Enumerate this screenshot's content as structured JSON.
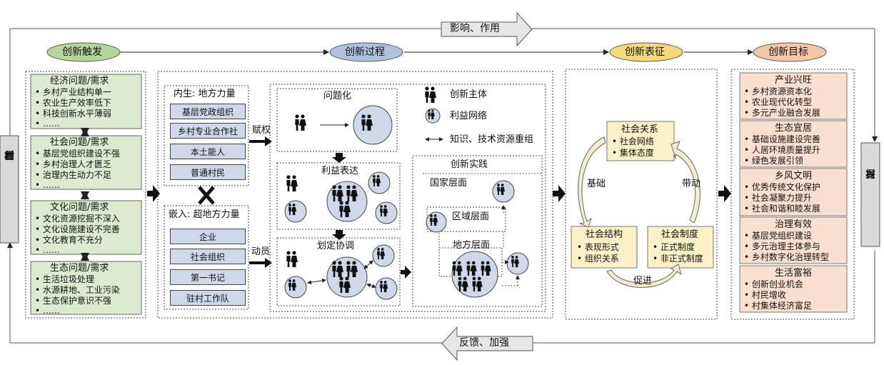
{
  "top_arrow_label": "影响、作用",
  "bottom_arrow_label": "反馈、加强",
  "stages": [
    {
      "label": "创新触发",
      "color": "#b5d59a"
    },
    {
      "label": "创新过程",
      "color": "#aec2e0"
    },
    {
      "label": "创新表征",
      "color": "#f5d978"
    },
    {
      "label": "创新目标",
      "color": "#f3c6a8"
    }
  ],
  "left_side": [
    "乡",
    "村",
    "社",
    "会",
    "创",
    "新"
  ],
  "right_side": [
    "乡",
    "村",
    "振",
    "兴"
  ],
  "triggers": [
    {
      "title": "经济问题/需求",
      "items": [
        "• 乡村产业结构单一",
        "• 农业生产效率低下",
        "• 科技创新水平薄弱",
        "• ……"
      ]
    },
    {
      "title": "社会问题/需求",
      "items": [
        "• 基层党组织建设不强",
        "• 乡村治理人才匮乏",
        "• 治理内生动力不足",
        "• ……"
      ]
    },
    {
      "title": "文化问题/需求",
      "items": [
        "• 文化资源挖掘不深入",
        "• 文化设施建设不完善",
        "• 文化教育不充分",
        "• ……"
      ]
    },
    {
      "title": "生态问题/需求",
      "items": [
        "• 生活垃圾处理",
        "• 水源耕地、工业污染",
        "• 生态保护意识不强",
        "• ……"
      ]
    }
  ],
  "internal_forces": {
    "title": "内生: 地方力量",
    "items": [
      "基层党政组织",
      "乡村专业合作社",
      "本土能人",
      "普通村民"
    ]
  },
  "external_forces": {
    "title": "嵌入: 超地方力量",
    "items": [
      "企业",
      "社会组织",
      "第一书记",
      "驻村工作队"
    ]
  },
  "empower_label": "赋权",
  "mobilize_label": "动员",
  "process": {
    "problem_label": "问题化",
    "interest_label": "利益表达",
    "coordinate_label": "划定协调",
    "legend": [
      "创新主体",
      "利益网络",
      "知识、技术资源重组"
    ],
    "practice_title": "创新实践",
    "levels": [
      "国家层面",
      "区域层面",
      "地方层面"
    ]
  },
  "representation": {
    "social_relations": {
      "title": "社会关系",
      "items": [
        "• 社会网络",
        "• 集体态度"
      ]
    },
    "social_structure": {
      "title": "社会结构",
      "items": [
        "• 表现形式",
        "• 组织关系"
      ]
    },
    "social_institution": {
      "title": "社会制度",
      "items": [
        "• 正式制度",
        "• 非正式制度"
      ]
    },
    "foundation_label": "基础",
    "drive_label": "带动",
    "promote_label": "促进"
  },
  "goals": [
    {
      "title": "产业兴旺",
      "items": [
        "• 乡村资源资本化",
        "• 农业现代化转型",
        "• 多元产业融合发展"
      ]
    },
    {
      "title": "生态宜居",
      "items": [
        "• 基础设施建设完善",
        "• 人居环境质量提升",
        "• 绿色发展引领"
      ]
    },
    {
      "title": "乡风文明",
      "items": [
        "• 优秀传统文化保护",
        "• 社会凝聚力提升",
        "• 社会和谐和睦发展"
      ]
    },
    {
      "title": "治理有效",
      "items": [
        "• 基层党组织建设",
        "• 多元治理主体参与",
        "• 乡村数字化治理转型"
      ]
    },
    {
      "title": "生活富裕",
      "items": [
        "• 创新创业机会",
        "• 村民增收",
        "• 村集体经济富足"
      ]
    }
  ]
}
